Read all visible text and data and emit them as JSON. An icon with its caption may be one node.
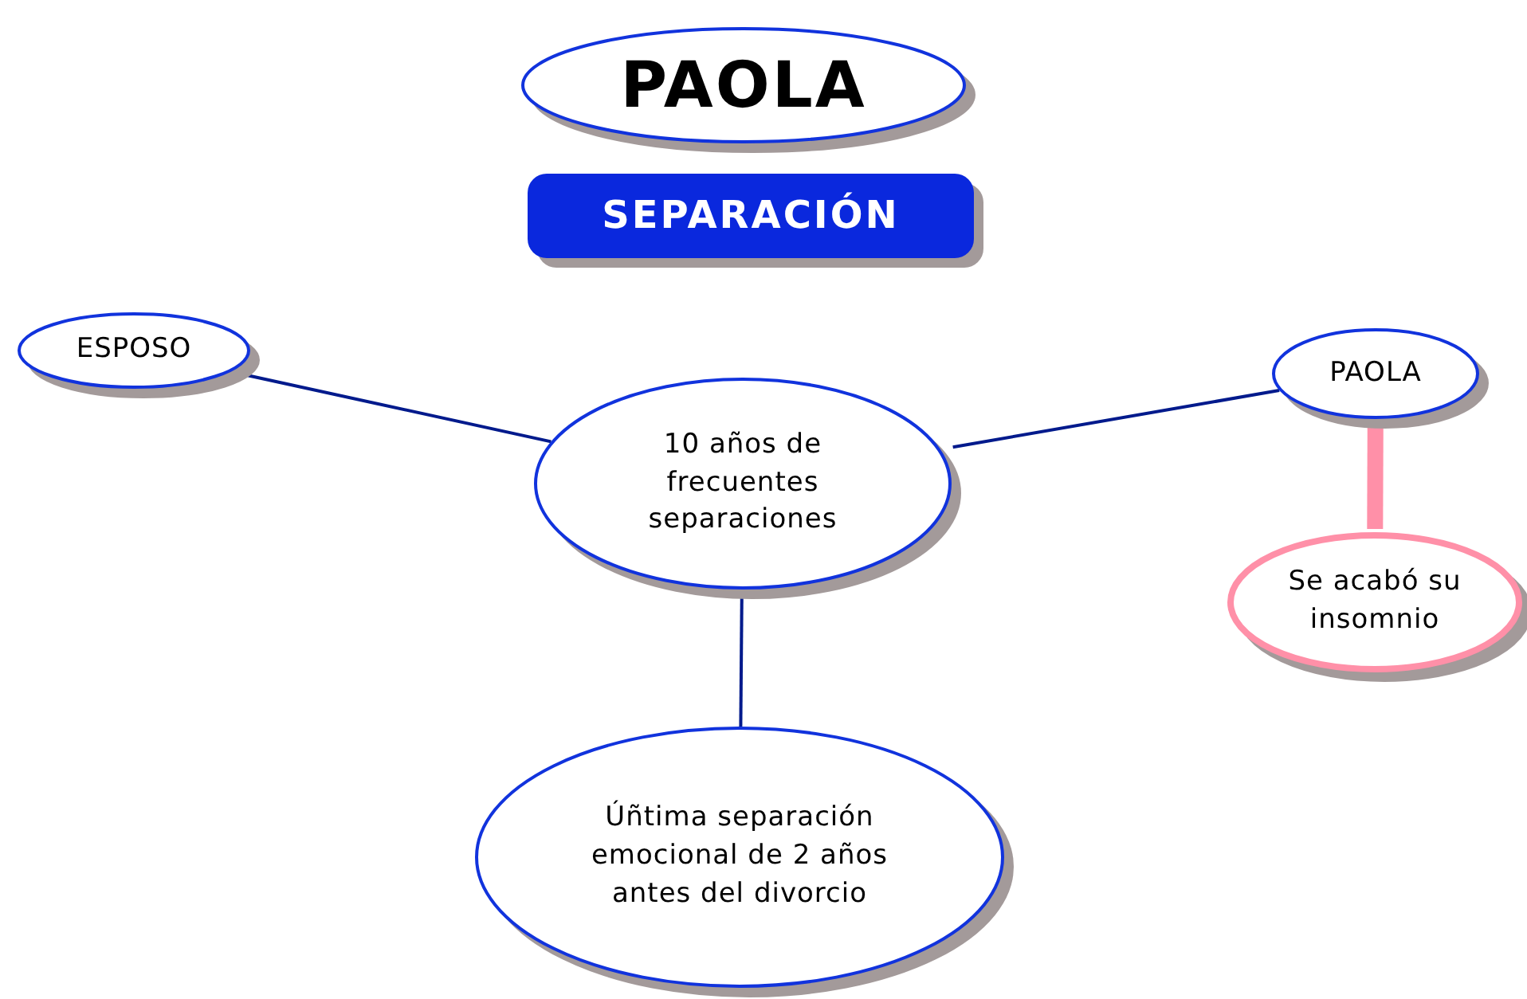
{
  "diagram": {
    "nodes": [
      {
        "text": [
          "PAOLA"
        ]
      },
      {
        "text": [
          "SEPARACIÓN"
        ]
      },
      {
        "text": [
          "ESPOSO"
        ]
      },
      {
        "text": [
          "10 años de frecuentes separaciones"
        ]
      },
      {
        "text": [
          "PAOLA"
        ]
      },
      {
        "text": [
          "Se acabó su insomnio"
        ]
      },
      {
        "text": [
          "Úñtima separación emocional de 2 años antes del divorcio"
        ]
      }
    ],
    "edges": [
      {
        "from": 2,
        "to": 3,
        "arrow": "none"
      },
      {
        "from": 3,
        "to": 4,
        "arrow": "none"
      },
      {
        "from": 4,
        "to": 5,
        "arrow": "none",
        "style": "thick",
        "color": "#ff90a8"
      },
      {
        "from": 3,
        "to": 6,
        "arrow": "none"
      }
    ]
  }
}
